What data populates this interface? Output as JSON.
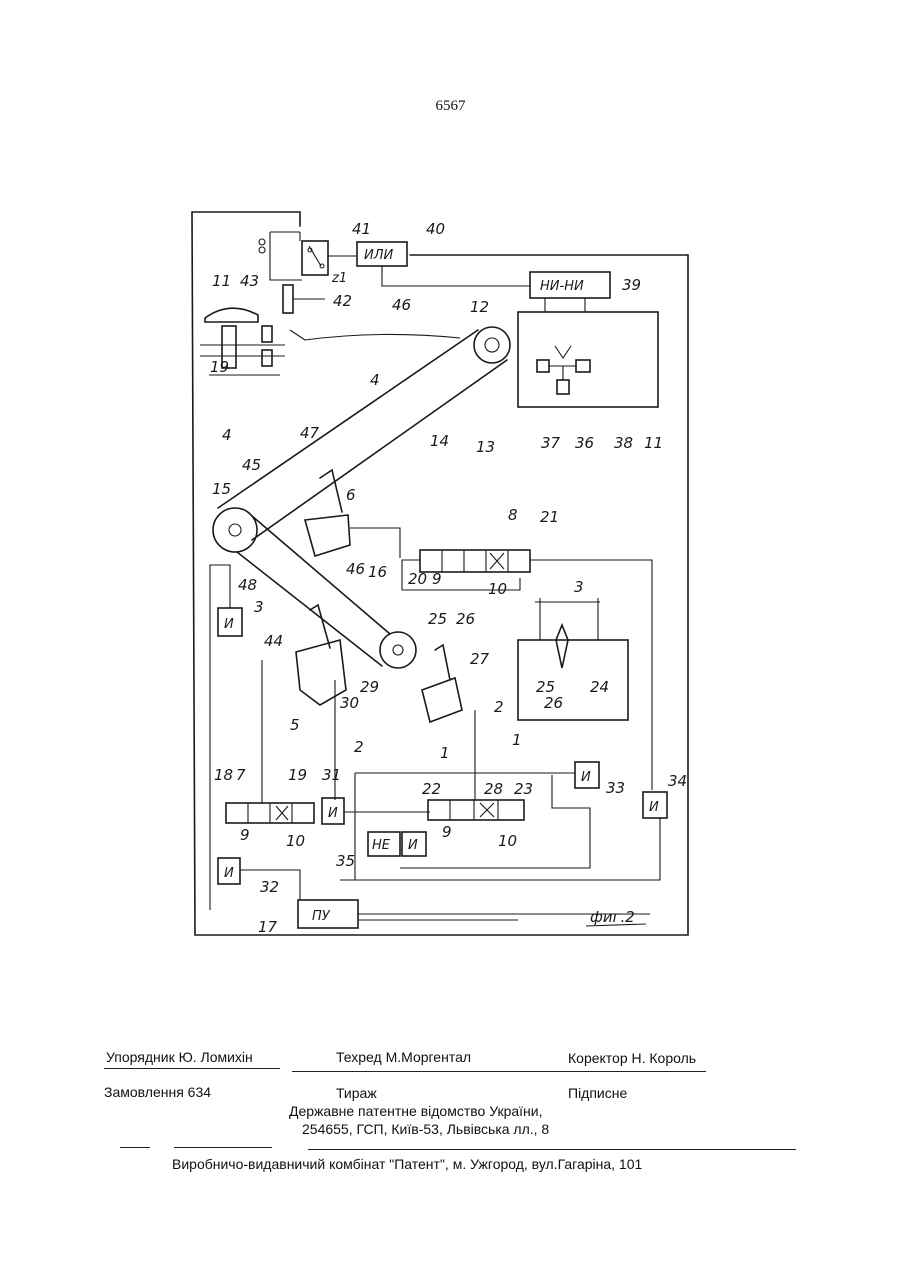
{
  "page_number": "6567",
  "figure": {
    "caption": "фиг.2",
    "blocks": {
      "or": "ИЛИ",
      "nor": "НИ-НИ",
      "and": "И",
      "not": "НЕ",
      "control": "ПУ"
    },
    "labels": [
      "41",
      "40",
      "43",
      "11",
      "12",
      "39",
      "42",
      "46",
      "19",
      "4",
      "4",
      "14",
      "13",
      "37",
      "36",
      "38",
      "11",
      "47",
      "45",
      "6",
      "15",
      "8",
      "21",
      "48",
      "46",
      "16",
      "20",
      "9",
      "10",
      "3",
      "25",
      "26",
      "3",
      "44",
      "27",
      "25",
      "24",
      "26",
      "29",
      "30",
      "5",
      "2",
      "2",
      "1",
      "1",
      "7",
      "18",
      "19",
      "31",
      "22",
      "28",
      "23",
      "33",
      "34",
      "9",
      "10",
      "9",
      "10",
      "35",
      "32",
      "17"
    ],
    "switch_labels": [
      "z1"
    ]
  },
  "footer": {
    "compiler": "Упорядник Ю. Ломихін",
    "techred": "Техред М.Моргентал",
    "corrector": "Коректор Н. Король",
    "order": "Замовлення 634",
    "circulation": "Тираж",
    "subscription": "Підписне",
    "office_line1": "Державне патентне відомство України,",
    "office_line2": "254655, ГСП, Київ-53, Львівська лл., 8",
    "publisher": "Виробничо-видавничий комбінат   \"Патент\", м. Ужгород, вул.Гагаріна, 101"
  }
}
